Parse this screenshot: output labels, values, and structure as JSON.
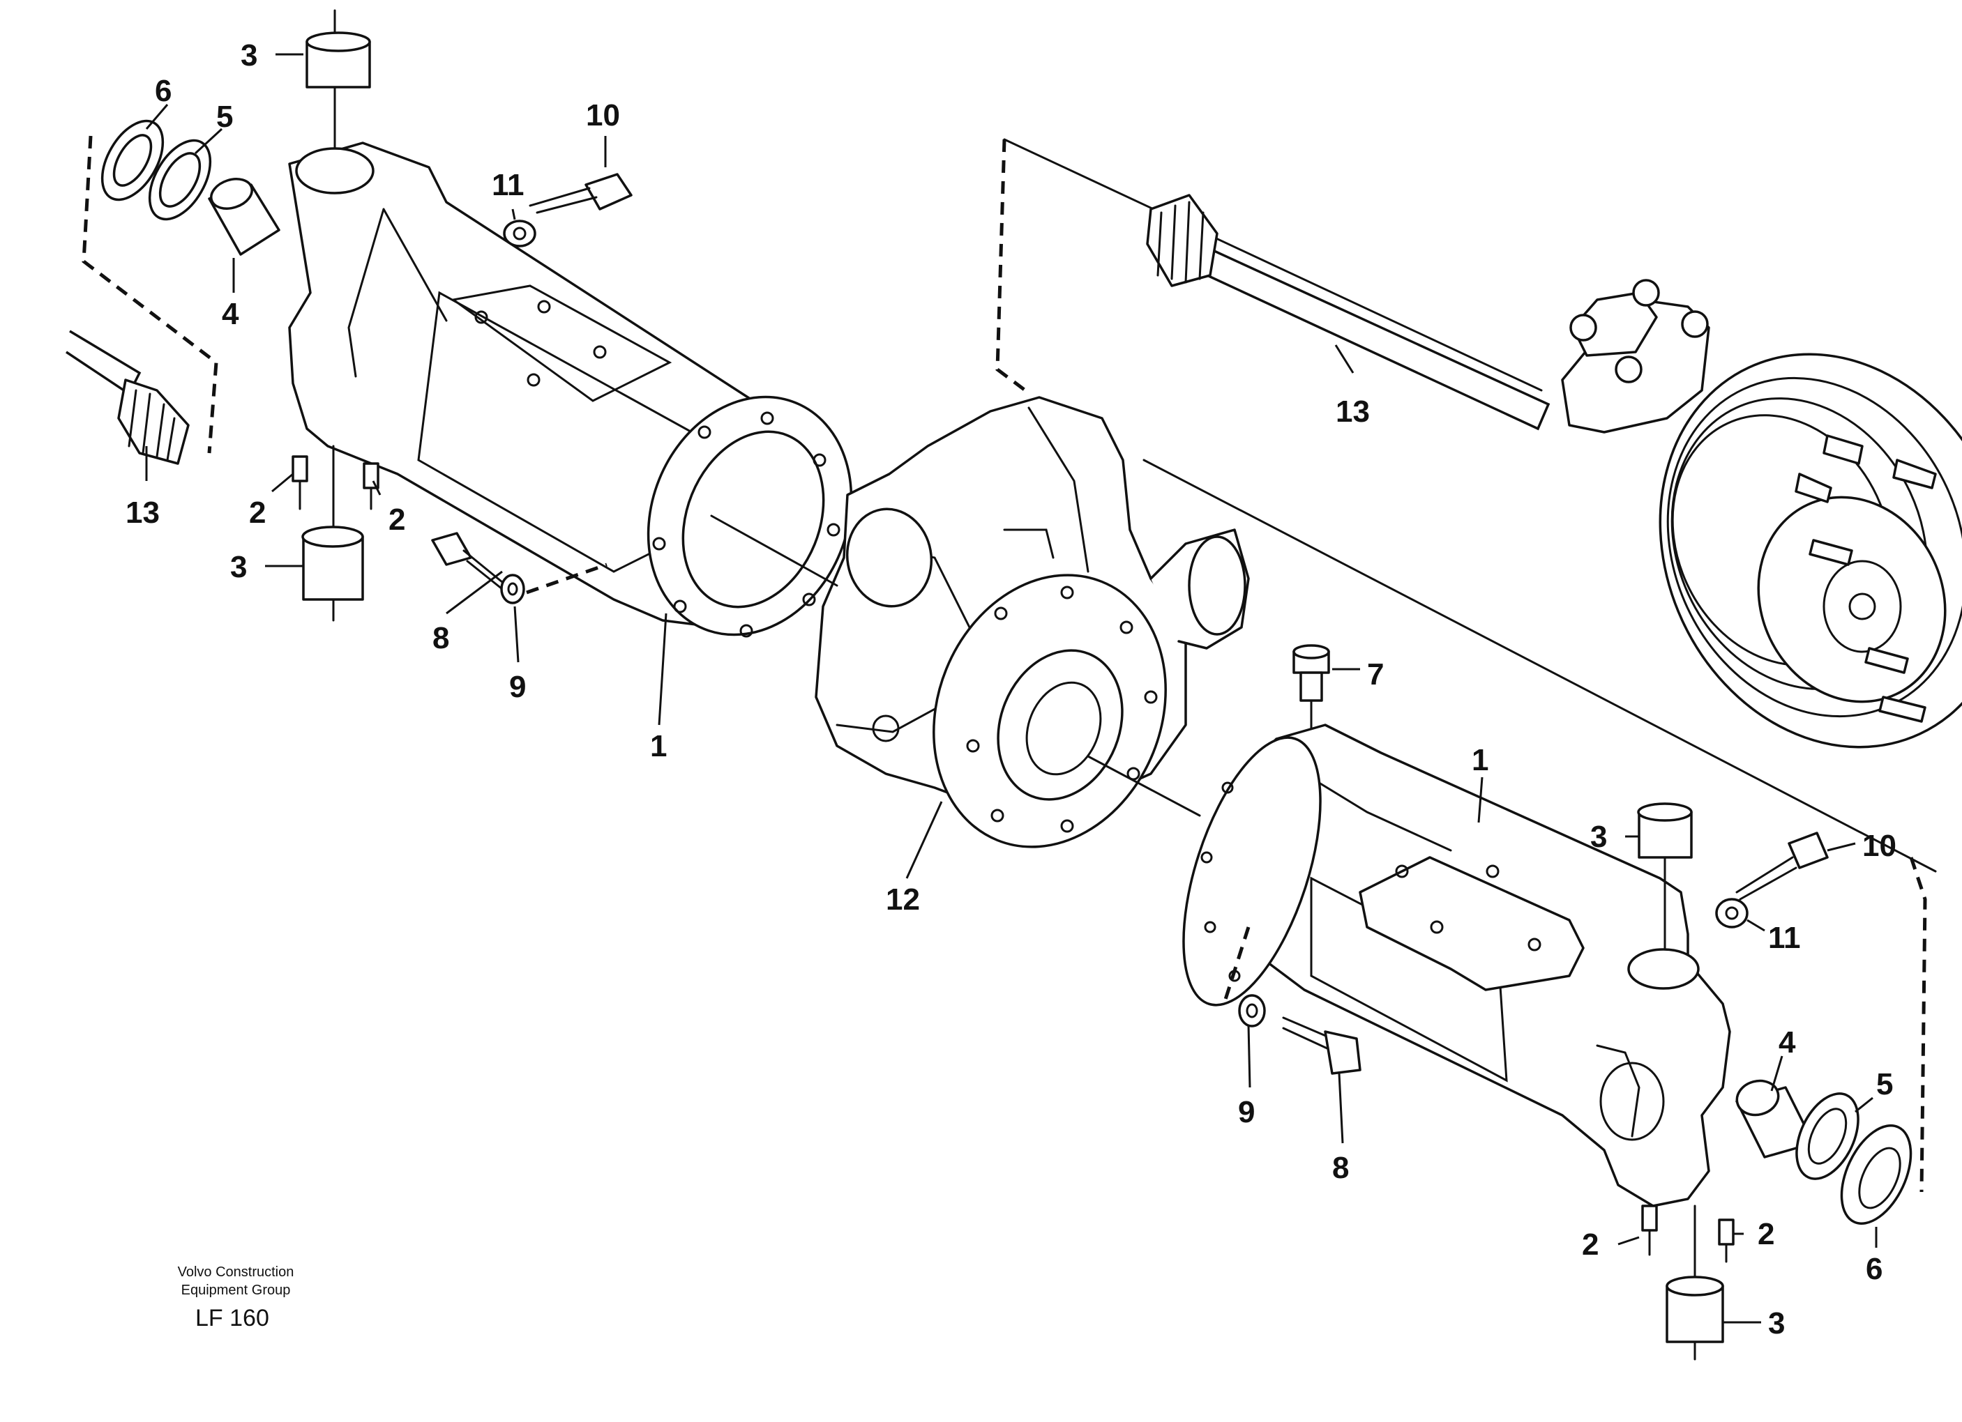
{
  "credit": {
    "line1": "Volvo Construction",
    "line2": "Equipment Group",
    "figure_code": "LF 160"
  },
  "callouts": {
    "c3_top_left": "3",
    "c6_left": "6",
    "c5_left": "5",
    "c10_left": "10",
    "c11_left": "11",
    "c4_left": "4",
    "c13_left": "13",
    "c2_left_a": "2",
    "c2_left_b": "2",
    "c3_left_lower": "3",
    "c8_left": "8",
    "c9_left": "9",
    "c1_left": "1",
    "c13_right": "13",
    "c7": "7",
    "c12": "12",
    "c1_right": "1",
    "c3_right_upper": "3",
    "c10_right": "10",
    "c11_right": "11",
    "c4_right": "4",
    "c5_right": "5",
    "c9_right": "9",
    "c8_right": "8",
    "c2_right_a": "2",
    "c2_right_b": "2",
    "c6_right": "6",
    "c3_right_lower": "3"
  },
  "colors": {
    "ink": "#111111",
    "paper": "#ffffff"
  }
}
